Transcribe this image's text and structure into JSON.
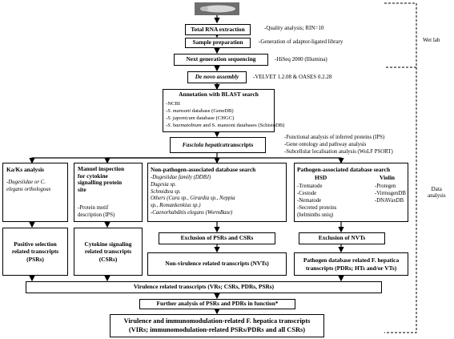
{
  "steps": {
    "rna": "Total RNA extraction",
    "prep": "Sample preparation",
    "ngs": "Next generation sequencing",
    "denovo": "De novo assembly",
    "annot": "Annotation with BLAST search",
    "fasc_title": "Fasciola hepatica",
    "fasc_rest": " transcripts"
  },
  "notes": {
    "quality": "-Quality analysis; RIN=10",
    "library": "-Generation of adaptor-ligated library",
    "hiseq": "-HiSeq 2000 (Illumina)",
    "velvet": "-VELVET  1.2.08 & OASES  0.2.28"
  },
  "side_labels": {
    "wetlab": "Wet lab",
    "data1": "Data",
    "data2": "analysis"
  },
  "annot_list": [
    {
      "prefix": "-NCBI",
      "ital": "",
      "suffix": ""
    },
    {
      "prefix": "-",
      "ital": "S. mansoni",
      "suffix": " database (GeneDB)"
    },
    {
      "prefix": "-",
      "ital": "S. japonicum",
      "suffix": " database (CHGC)"
    },
    {
      "prefix": "-",
      "ital": "S. haematobium",
      "suffix": " and S. mansoni databases (SchistoDB)"
    }
  ],
  "fasc_notes": [
    "-Functional analysis of inferred proteins (IPS)",
    "-Gene ontology and pathway analysis",
    "-Subcellular localisation analysis (WoLF PSORT)"
  ],
  "kaks": {
    "title": "Ka/Ks analysis",
    "l1": "-Dugesiidae or C.",
    "l2": "elegans orthologous"
  },
  "manual": {
    "title1": "Manuel inspection",
    "title2": "for cytokine",
    "title3": "signalling protein",
    "title4": "site",
    "p1": "-Protein motif",
    "p2": "description (IPS)"
  },
  "nonpath": {
    "title": "Non-pathogen-associated database search",
    "lines": [
      "-Dugesiidae family (DDBJ)",
      "Dugesia sp.",
      "Schmidtea sp.",
      "Others (Cura sp., Girardia sp., Neppia",
      "sp., Romankenkius sp.)",
      "-Caenorhabditis elegans (WormBase)"
    ]
  },
  "path": {
    "title": "Pathogen-associated database search",
    "hsd": "HSD",
    "violin": "Violin",
    "hsd_items": [
      "-Trematode",
      "-Cestode",
      "-Nematode",
      "-Secreted proteins",
      "(helminths uniq)"
    ],
    "violin_items": [
      "-Protegen",
      "-VirmugenDB",
      "-DNAVaxDB"
    ]
  },
  "psr": {
    "l1": "Positive selection",
    "l2": "related transcripts",
    "l3": "(PSRs)"
  },
  "csr": {
    "l1": "Cytokine signaling",
    "l2": "related transcripts",
    "l3": "(CSRs)"
  },
  "excl1": "Exclusion of PSRs and CSRs",
  "excl2": "Exclusion of NVTs",
  "nvt": "Non-virulence related transcripts (NVTs)",
  "pdr": {
    "l1": "Pathogen database related F. hepatica",
    "l2": "transcripts (PDRs; HTs and/or VTs)"
  },
  "vr": "Virulence related transcripts (VRs; CSRs, PDRs, PSRs)",
  "further": "Further analysis of PSRs and PDRs in function*",
  "final": {
    "l1": "Virulence and immunomodulation-related F. hepatica transcripts",
    "l2": "(VIRs; immunomodulation-related PSRs/PDRs and all CSRs)"
  }
}
